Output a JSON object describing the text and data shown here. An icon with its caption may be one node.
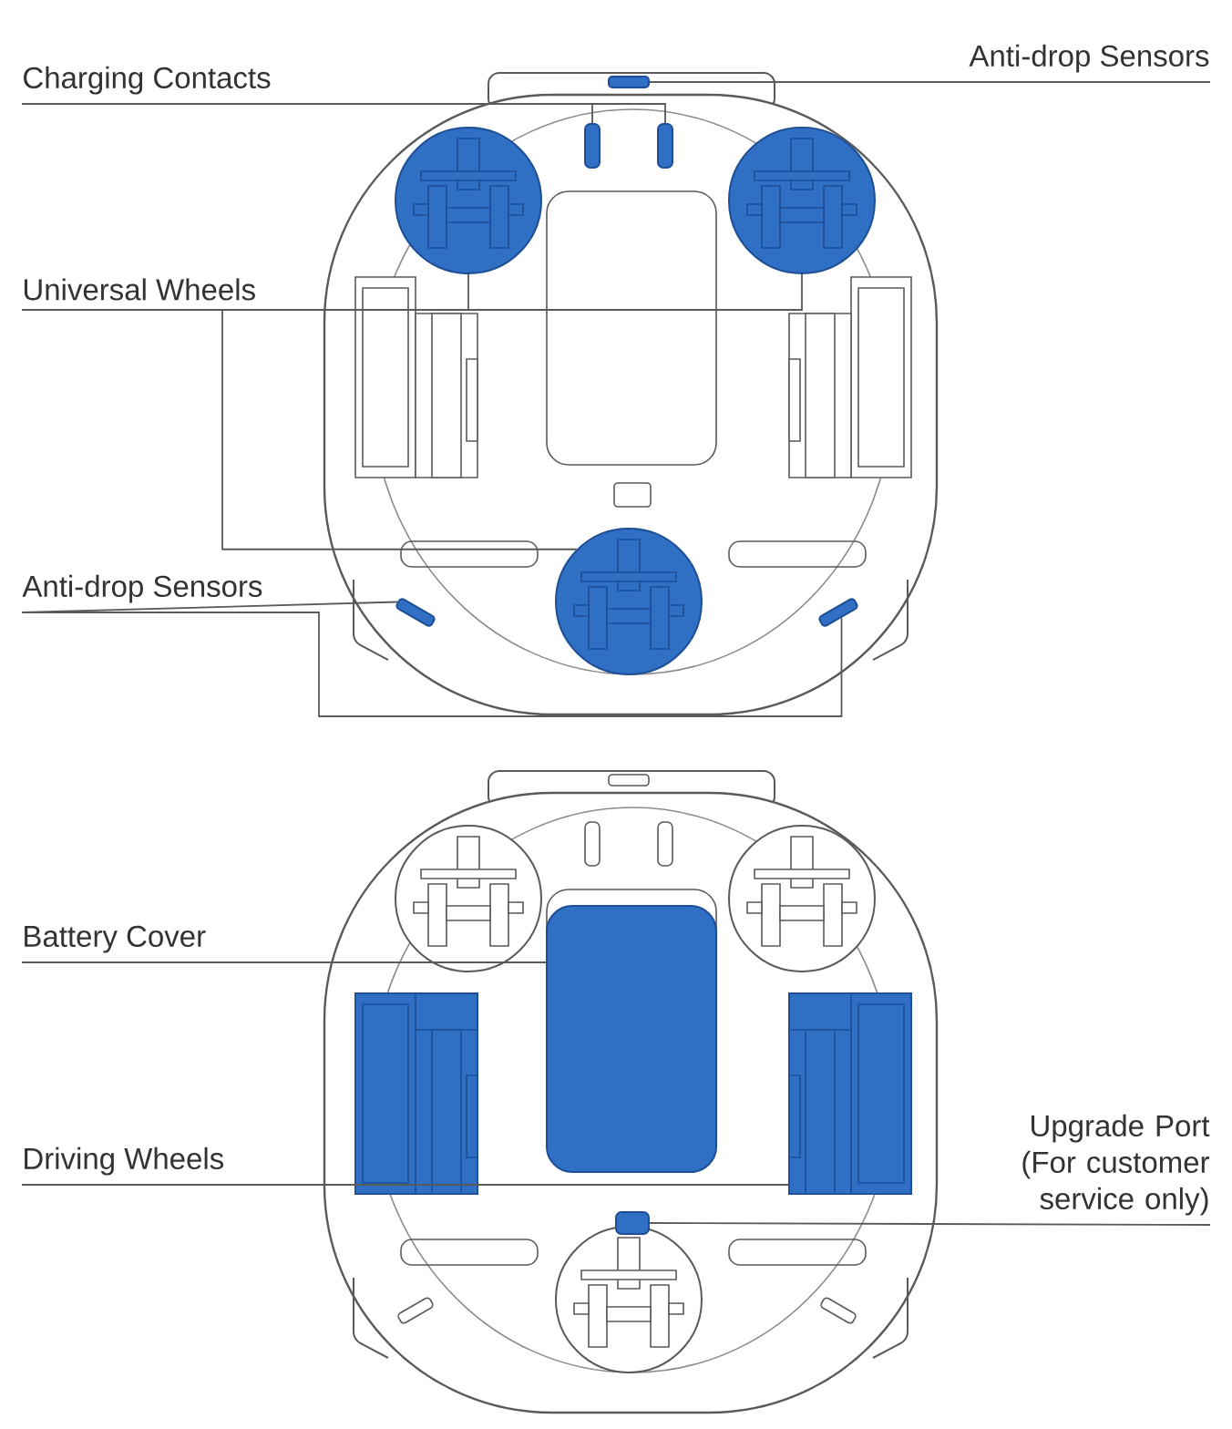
{
  "diagram": {
    "nodes": [
      {
        "text": [
          "Charging Contacts"
        ]
      },
      {
        "text": [
          "Anti-drop Sensors"
        ]
      },
      {
        "text": [
          "Universal Wheels"
        ]
      },
      {
        "text": [
          "Anti-drop Sensors"
        ]
      },
      {
        "text": [
          "Battery Cover"
        ]
      },
      {
        "text": [
          "Driving Wheels"
        ]
      },
      {
        "text": [
          "Upgrade Port (For customer service only)"
        ]
      },
      {
        "text": [],
        "shape": "bar"
      },
      {
        "text": [],
        "shape": "bar"
      },
      {
        "text": [],
        "shape": "bar"
      },
      {
        "text": [],
        "shape": "circle"
      },
      {
        "text": [],
        "shape": "circle"
      },
      {
        "text": [],
        "shape": "circle"
      },
      {
        "text": [],
        "shape": "bar"
      },
      {
        "text": [],
        "shape": "bar"
      },
      {
        "text": [],
        "shape": "box"
      },
      {
        "text": [],
        "shape": "box"
      },
      {
        "text": [],
        "shape": "box"
      },
      {
        "text": [],
        "shape": "box"
      }
    ],
    "edges": [
      {
        "from": 0,
        "to": 7,
        "arrow": "none"
      },
      {
        "from": 0,
        "to": 8,
        "arrow": "none"
      },
      {
        "from": 1,
        "to": 9,
        "arrow": "none"
      },
      {
        "from": 2,
        "to": 10,
        "arrow": "none"
      },
      {
        "from": 2,
        "to": 11,
        "arrow": "none"
      },
      {
        "from": 2,
        "to": 12,
        "arrow": "none"
      },
      {
        "from": 3,
        "to": 13,
        "arrow": "none"
      },
      {
        "from": 3,
        "to": 14,
        "arrow": "none"
      },
      {
        "from": 4,
        "to": 15,
        "arrow": "none"
      },
      {
        "from": 5,
        "to": 16,
        "arrow": "none"
      },
      {
        "from": 5,
        "to": 17,
        "arrow": "none"
      },
      {
        "from": 6,
        "to": 18,
        "arrow": "none"
      }
    ]
  }
}
